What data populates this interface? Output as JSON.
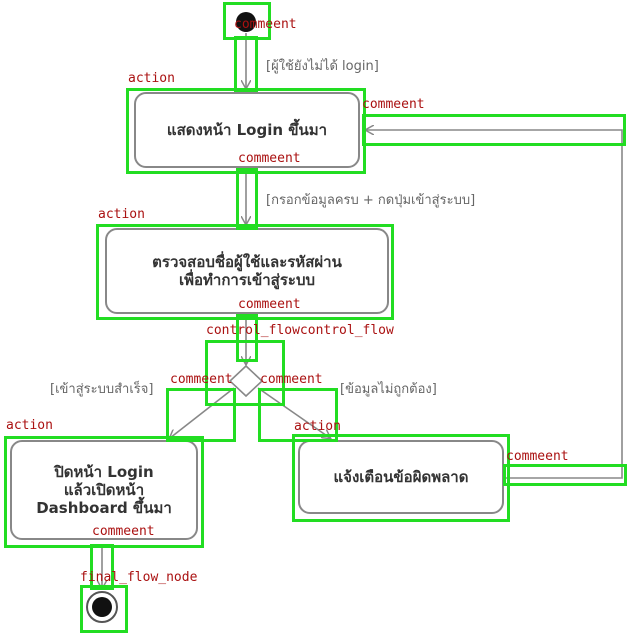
{
  "diagram": {
    "nodes": {
      "show_login": "แสดงหน้า Login ขึ้นมา",
      "verify": "ตรวจสอบชื่อผู้ใช้และรหัสผ่าน\nเพื่อทำการเข้าสู่ระบบ",
      "open_dashboard": "ปิดหน้า Login\nแล้วเปิดหน้า\nDashboard ขึ้นมา",
      "show_error": "แจ้งเตือนข้อผิดพลาด"
    },
    "guards": {
      "not_logged_in": "[ผู้ใช้ยังไม่ได้ login]",
      "fill_and_submit": "[กรอกข้อมูลครบ + กดปุ่มเข้าสู่ระบบ]",
      "login_ok": "[เข้าสู่ระบบสำเร็จ]",
      "invalid_data": "[ข้อมูลไม่ถูกต้อง]"
    }
  },
  "annotations": {
    "labels": {
      "comment_start": "commeent",
      "action_login": "action",
      "comment_loop": "commeent",
      "comment_login_bottom": "commeent",
      "action_verify": "action",
      "comment_verify_bottom": "commeent",
      "control_flow": "control_flowcontrol_flow",
      "comment_left": "commeent",
      "comment_right": "commeent",
      "action_dashboard": "action",
      "action_error": "action",
      "comment_error_right": "commeent",
      "comment_dashboard_bottom": "commeent",
      "final_flow_node": "final_flow_node"
    },
    "box_color": "#22dd22",
    "label_color": "#aa1111"
  }
}
